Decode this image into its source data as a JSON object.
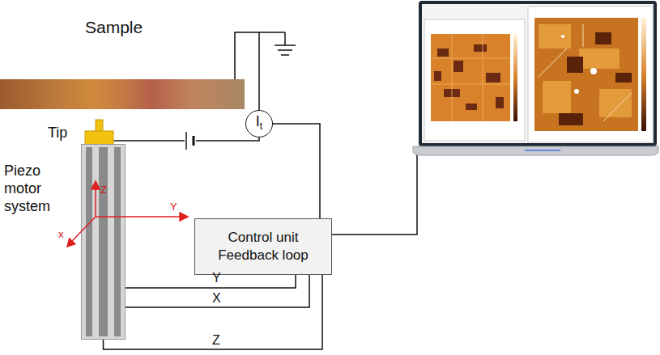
{
  "diagram": {
    "nodes": [
      {
        "text": [
          "Sample"
        ]
      },
      {
        "text": [
          "Tip"
        ]
      },
      {
        "text": [
          "Piezo motor system"
        ]
      },
      {
        "text": [
          "I",
          "t"
        ]
      },
      {
        "text": [
          "Control unit Feedback loop"
        ]
      }
    ],
    "edges": [
      {
        "from": 0,
        "to": 3,
        "arrow": "none"
      },
      {
        "from": 1,
        "to": 3,
        "arrow": "none"
      },
      {
        "from": 3,
        "to": 4,
        "arrow": "none"
      },
      {
        "from": 2,
        "to": 4,
        "label": "Y",
        "arrow": "none"
      },
      {
        "from": 2,
        "to": 4,
        "label": "X",
        "arrow": "none"
      },
      {
        "from": 2,
        "to": 4,
        "label": "Z",
        "arrow": "none"
      }
    ],
    "labels": [
      "Z",
      "Y",
      "x"
    ]
  }
}
